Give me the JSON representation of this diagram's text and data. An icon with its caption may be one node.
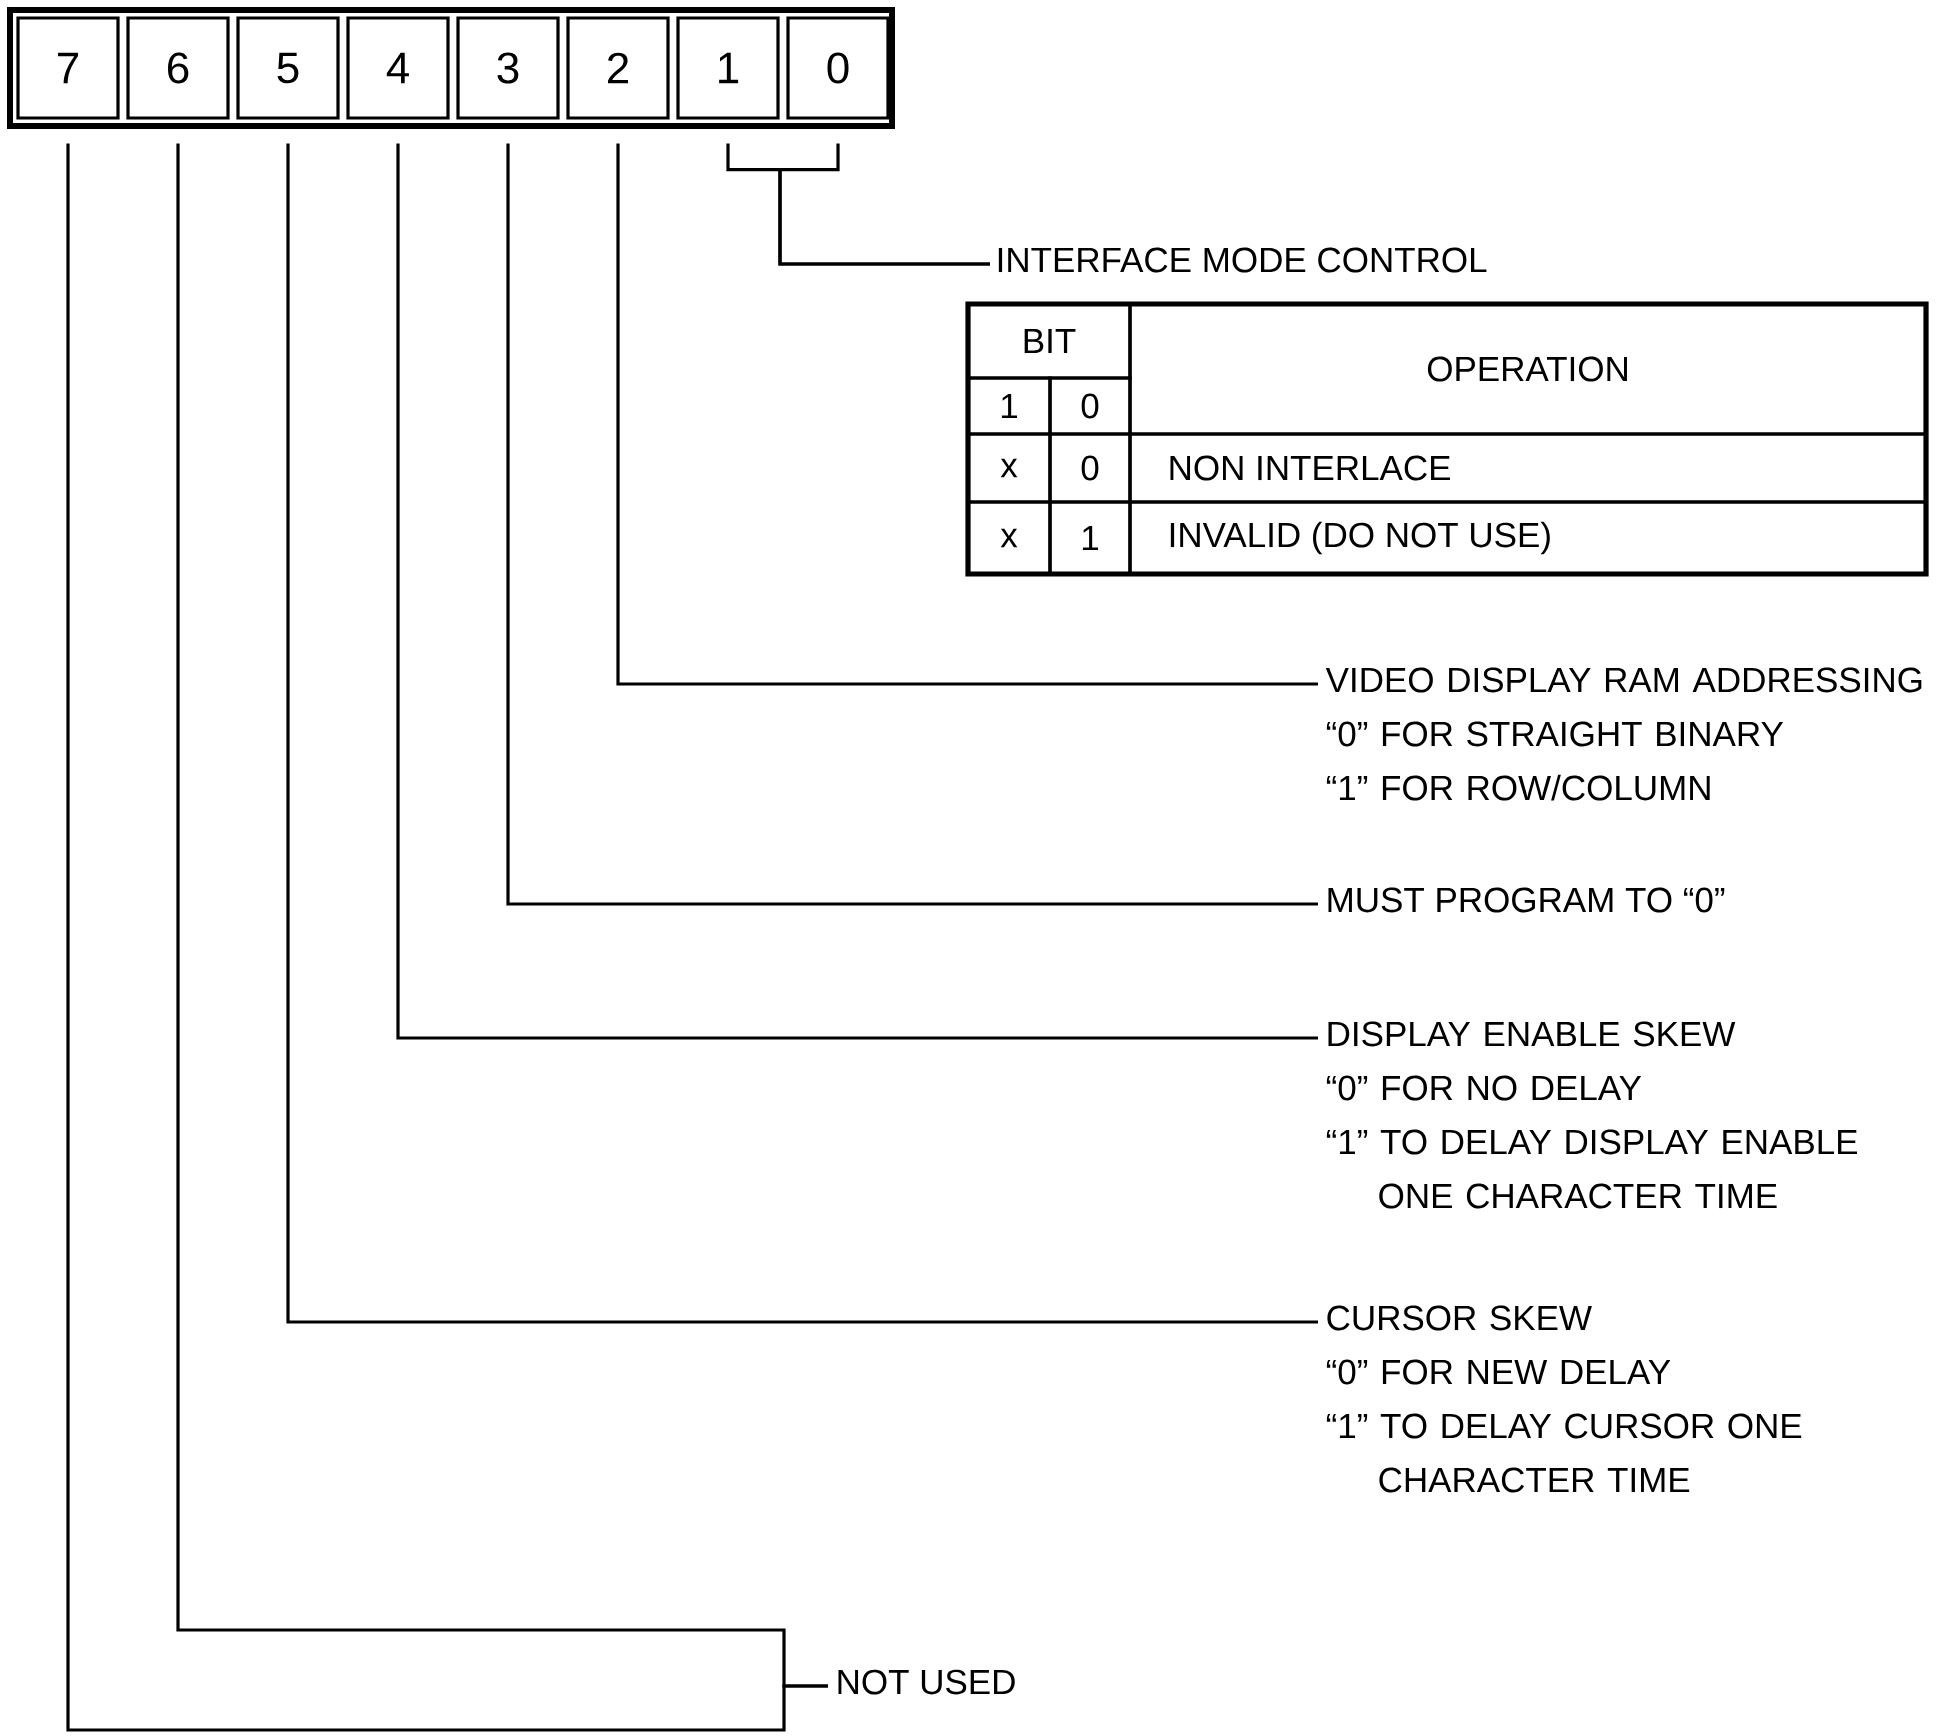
{
  "diagram": {
    "nodes": [
      {
        "text": [
          "7"
        ]
      },
      {
        "text": [
          "6"
        ]
      },
      {
        "text": [
          "5"
        ]
      },
      {
        "text": [
          "4"
        ]
      },
      {
        "text": [
          "3"
        ]
      },
      {
        "text": [
          "2"
        ]
      },
      {
        "text": [
          "1"
        ]
      },
      {
        "text": [
          "0"
        ]
      },
      {
        "text": [
          "INTERFACE MODE CONTROL"
        ]
      },
      {
        "text": [
          "VIDEO DISPLAY RAM ADDRESSING",
          "“0” FOR STRAIGHT BINARY",
          "“1” FOR ROW/COLUMN"
        ]
      },
      {
        "text": [
          "MUST PROGRAM TO “0”"
        ]
      },
      {
        "text": [
          "DISPLAY ENABLE SKEW",
          "“0” FOR NO DELAY",
          "“1” TO DELAY DISPLAY ENABLE ONE CHARACTER TIME"
        ]
      },
      {
        "text": [
          "CURSOR SKEW",
          "“0” FOR NEW DELAY",
          "“1” TO DELAY CURSOR ONE CHARACTER TIME"
        ]
      },
      {
        "text": [
          "NOT USED"
        ]
      }
    ],
    "edges": [
      {
        "from": 6,
        "to": 8,
        "arrow": "none"
      },
      {
        "from": 7,
        "to": 8,
        "arrow": "none"
      },
      {
        "from": 5,
        "to": 9,
        "arrow": "none"
      },
      {
        "from": 4,
        "to": 10,
        "arrow": "none"
      },
      {
        "from": 3,
        "to": 11,
        "arrow": "none"
      },
      {
        "from": 2,
        "to": 12,
        "arrow": "none"
      },
      {
        "from": 1,
        "to": 13,
        "arrow": "none"
      },
      {
        "from": 0,
        "to": 13,
        "arrow": "none"
      }
    ],
    "labels": [
      "BIT",
      "OPERATION",
      "1",
      "0",
      "x",
      "0",
      "NON INTERLACE",
      "x",
      "1",
      "INVALID (DO NOT USE)"
    ]
  }
}
